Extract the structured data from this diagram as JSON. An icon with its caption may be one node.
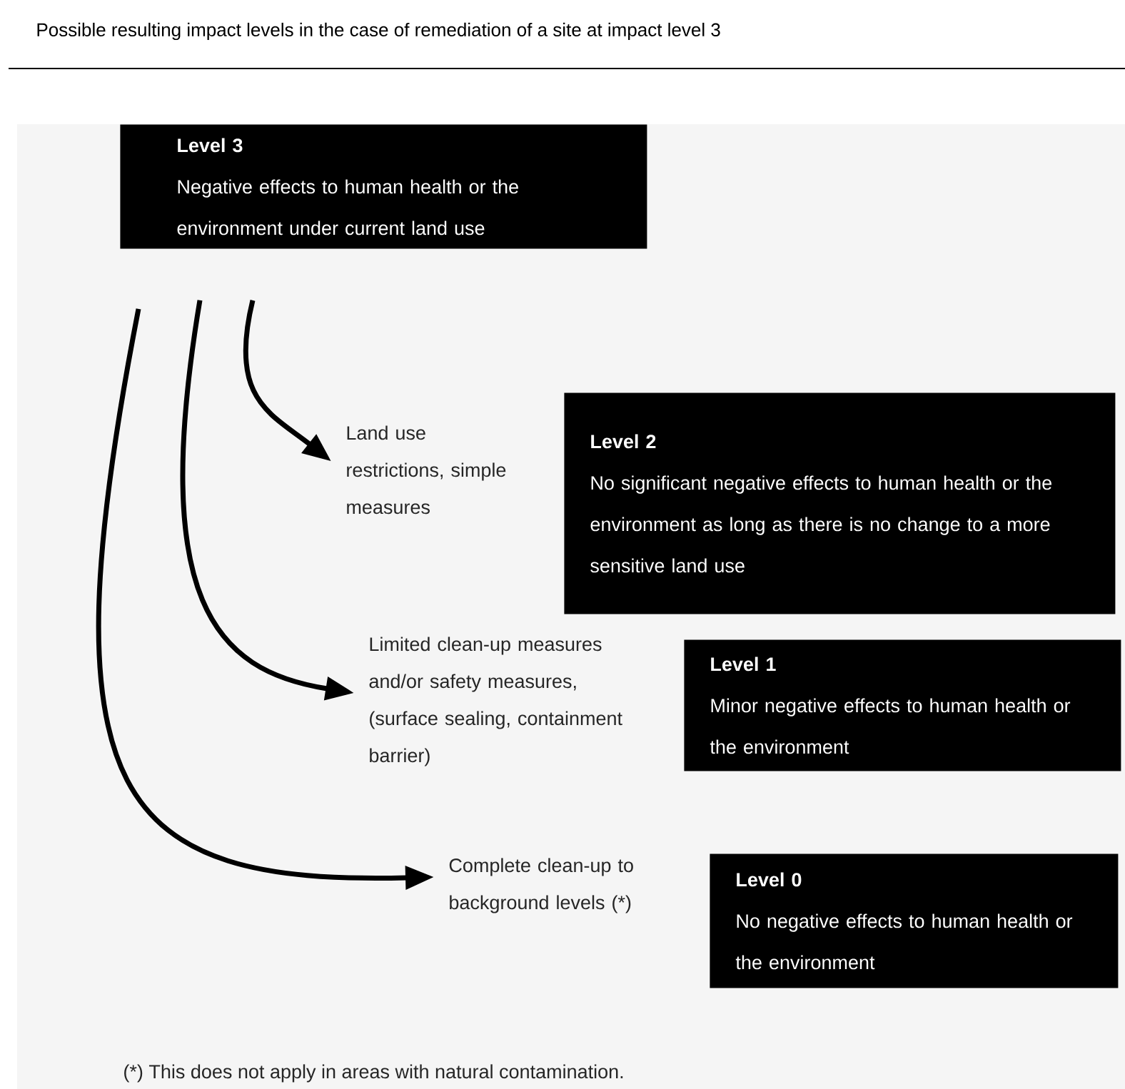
{
  "diagram": {
    "title": "Possible resulting impact levels in the case of remediation of a site at impact level 3",
    "nodes": [
      {
        "text": [
          "Level 3",
          "Negative effects to human health or the environment under current land use"
        ]
      },
      {
        "text": [
          "Land use restrictions, simple measures"
        ]
      },
      {
        "text": [
          "Level 2",
          "No significant negative effects to human health or the environment as long as there is no change to a more sensitive land use"
        ]
      },
      {
        "text": [
          "Limited clean-up measures and/or safety measures, (surface sealing, containment barrier)"
        ]
      },
      {
        "text": [
          "Level 1",
          "Minor negative effects to human health or the environment"
        ]
      },
      {
        "text": [
          "Complete clean-up to background levels (*)"
        ]
      },
      {
        "text": [
          "Level 0",
          "No negative effects to human health or the environment"
        ]
      }
    ],
    "edges": [
      {
        "from": 0,
        "to": 1,
        "arrow": "to"
      },
      {
        "from": 0,
        "to": 3,
        "arrow": "to"
      },
      {
        "from": 0,
        "to": 5,
        "arrow": "to"
      }
    ],
    "labels": [
      "(*) This does not apply in areas with natural contamination."
    ]
  }
}
